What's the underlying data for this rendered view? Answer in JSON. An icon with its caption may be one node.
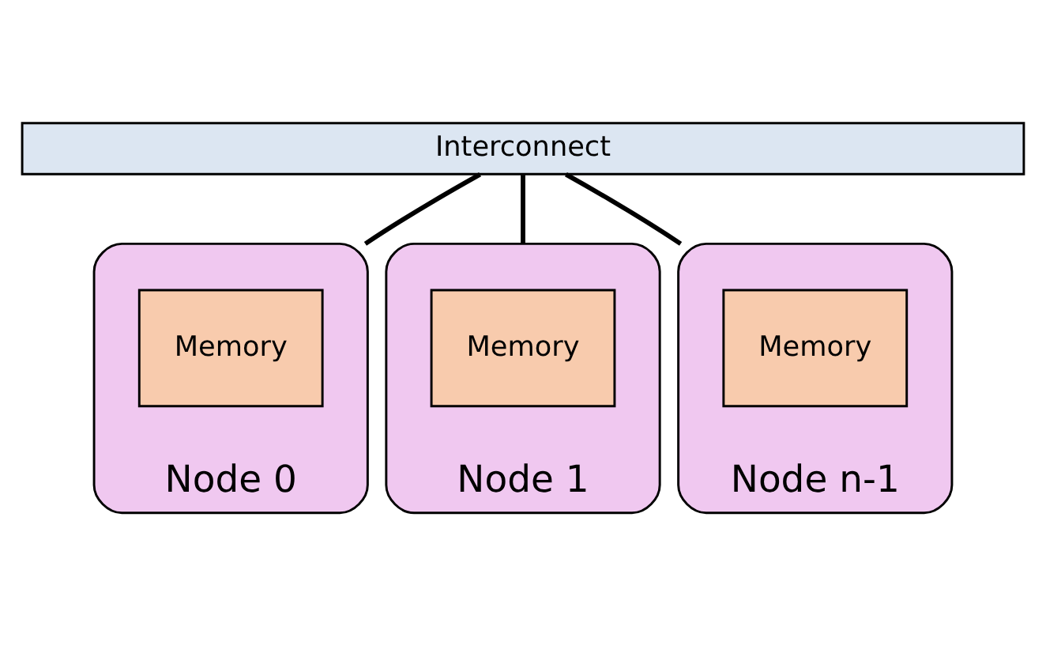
{
  "diagram": {
    "nodes": [
      {
        "text": [
          "Interconnect"
        ]
      },
      {
        "text": [
          "Node 0"
        ]
      },
      {
        "text": [
          "Memory"
        ],
        "in": 1
      },
      {
        "text": [
          "Node 1"
        ]
      },
      {
        "text": [
          "Memory"
        ],
        "in": 3
      },
      {
        "text": [
          "Node n-1"
        ]
      },
      {
        "text": [
          "Memory"
        ],
        "in": 5
      }
    ],
    "edges": [
      {
        "from": 0,
        "to": 1,
        "arrow": "none"
      },
      {
        "from": 0,
        "to": 3,
        "arrow": "none"
      },
      {
        "from": 0,
        "to": 5,
        "arrow": "none"
      }
    ]
  }
}
